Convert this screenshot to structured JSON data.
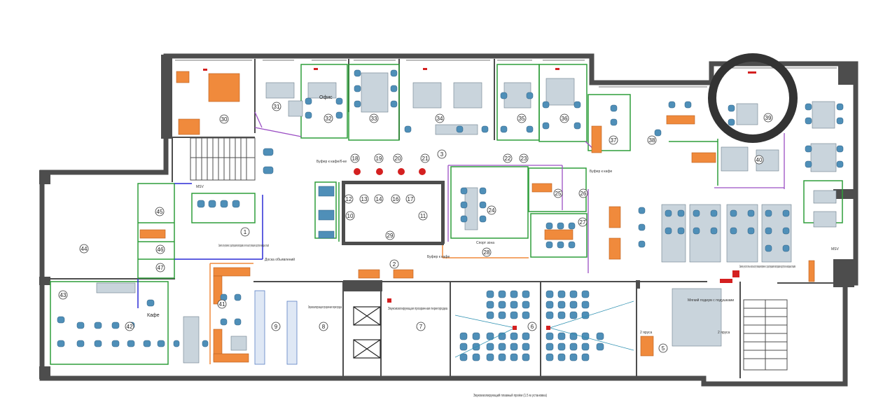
{
  "plan": {
    "room_numbers": [
      "1",
      "2",
      "3",
      "5",
      "6",
      "7",
      "8",
      "9",
      "10",
      "11",
      "12",
      "13",
      "14",
      "16",
      "17",
      "18",
      "19",
      "20",
      "21",
      "22",
      "23",
      "24",
      "25",
      "26",
      "27",
      "28",
      "29",
      "30",
      "31",
      "32",
      "33",
      "34",
      "35",
      "36",
      "37",
      "38",
      "39",
      "40",
      "41",
      "42",
      "43",
      "44",
      "45",
      "46",
      "47"
    ],
    "labels": {
      "office": "Офис",
      "cafe": "Кафе",
      "soft_podium": "Мягкий подиум с подушками",
      "tiers_left": "2 яруса",
      "tiers_right": "2 яруса",
      "buffer_top": "Буфер к кафе/б-ке",
      "buffer_mid": "Буфер к кафе",
      "buffer_lower": "Буфер к кафе",
      "ad_board": "Доска объявлений",
      "msv_left": "MSV",
      "msv_right": "MSV",
      "storage_right": "Спорт зона",
      "note_left": "Заменить стену временно с существующими перегородками за счет на высоту помещения к доступом и накладных станций",
      "note_right": "Заменить участок стены на всю высоту помещения временно с существующими перегородками в доступом к накладным станциям",
      "note_mid1": "Звукоизолирующая прозрачная перегородка",
      "note_mid2": "Звукоизолирующая прозрачная перегородка",
      "note_bottom": "Звукоизолирующий плавный проём (1.5 м установка)"
    },
    "colors": {
      "wall": "#4d4d4d",
      "partition_green": "#2e9e3a",
      "partition_purple": "#9b4fc4",
      "partition_blue": "#2b2bd6",
      "furniture_orange": "#f08a3c",
      "chair_blue": "#4f8fb8",
      "desk_grey": "#9fb0bd",
      "red_marker": "#d42020",
      "highlight_circle": "#333333"
    }
  }
}
